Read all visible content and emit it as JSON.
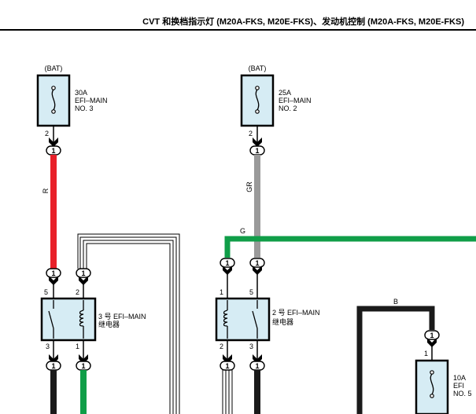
{
  "title": "CVT 和换档指示灯 (M20A-FKS, M20E-FKS)、发动机控制 (M20A-FKS, M20E-FKS)",
  "fuses": [
    {
      "id": "fuse1",
      "source": "(BAT)",
      "rating": "30A",
      "name1": "EFI–MAIN",
      "name2": "NO. 3",
      "pin_bottom": "2"
    },
    {
      "id": "fuse2",
      "source": "(BAT)",
      "rating": "25A",
      "name1": "EFI–MAIN",
      "name2": "NO. 2",
      "pin_bottom": "2"
    },
    {
      "id": "fuse3",
      "pin_top": "1",
      "rating": "10A",
      "name1": "EFI",
      "name2": "NO. 5"
    }
  ],
  "relays": [
    {
      "id": "relay1",
      "name1": "3 号 EFI–MAIN",
      "name2": "继电器",
      "pin_tl": "5",
      "pin_tr": "2",
      "pin_bl": "3",
      "pin_br": "1"
    },
    {
      "id": "relay2",
      "name1": "2 号 EFI–MAIN",
      "name2": "继电器",
      "pin_tl": "1",
      "pin_tr": "5",
      "pin_bl": "2",
      "pin_br": "3"
    }
  ],
  "connector_label": "1",
  "wires": {
    "w1": {
      "color_code": "R",
      "color": "#e8202a"
    },
    "w2": {
      "color_code": "GR",
      "color": "#9a9a9a"
    },
    "w3": {
      "color_code": "G",
      "color": "#109e48"
    },
    "w4": {
      "color_code": "B",
      "color": "#1a1a1a"
    },
    "black": "#1a1a1a",
    "green": "#109e48"
  }
}
